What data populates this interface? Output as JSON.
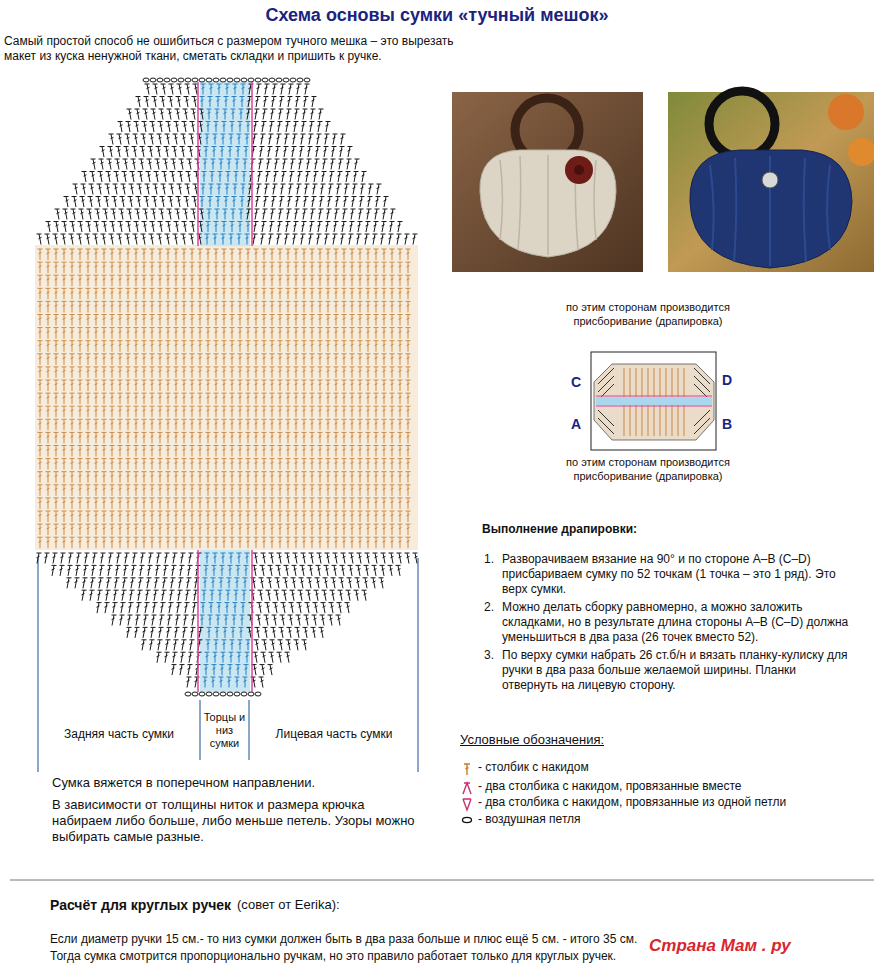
{
  "diagram": {
    "title": "Схема основы сумки «тучный мешок»",
    "labels": [
      "Самый простой способ не ошибиться с размером тучного мешка – это вырезать макет из куска ненужной ткани, сметать складки и пришить к ручке.",
      "Задняя часть сумки",
      "Торцы и низ сумки",
      "Лицевая часть сумки",
      "Сумка вяжется в поперечном направлении.",
      "В зависимости от толщины ниток и размера крючка набираем либо больше, либо меньше петель. Узоры можно выбирать самые разные.",
      "по этим сторонам производится присборивание (драпировка)",
      "C",
      "D",
      "A",
      "B",
      "по этим сторонам производится присборивание (драпировка)",
      "Выполнение драпировки:",
      "1.",
      "Разворачиваем вязание на 90° и по стороне A–B (C–D) присбариваем сумку по 52 точкам (1 точка – это 1 ряд). Это верх сумки.",
      "2.",
      "Можно делать сборку равномерно, а можно заложить складками, но в результате длина стороны A–B (C–D) должна уменьшиться в два раза (26 точек вместо 52).",
      "3.",
      "По верху сумки набрать 26 ст.б/н и вязать планку-кулиску для ручки в два раза больше желаемой ширины. Планки отвернуть на лицевую сторону.",
      "Условные обозначения:",
      "Расчёт для круглых ручек",
      "(совет от Eerika):",
      "Если диаметр ручки 15 см.- то низ сумки должен быть в два раза больше и плюс ещё 5 см. - итого 35 см.",
      "Тогда сумка смотрится пропорционально ручкам, но это правило работает только для круглых ручек.",
      "Страна Мам . ру"
    ],
    "legend": [
      {
        "text": "- столбик с накидом"
      },
      {
        "text": "- два столбика с накидом, провязанные вместе"
      },
      {
        "text": "- два столбика с накидом, провязанные из одной петли"
      },
      {
        "text": "- воздушная петля"
      }
    ]
  }
}
